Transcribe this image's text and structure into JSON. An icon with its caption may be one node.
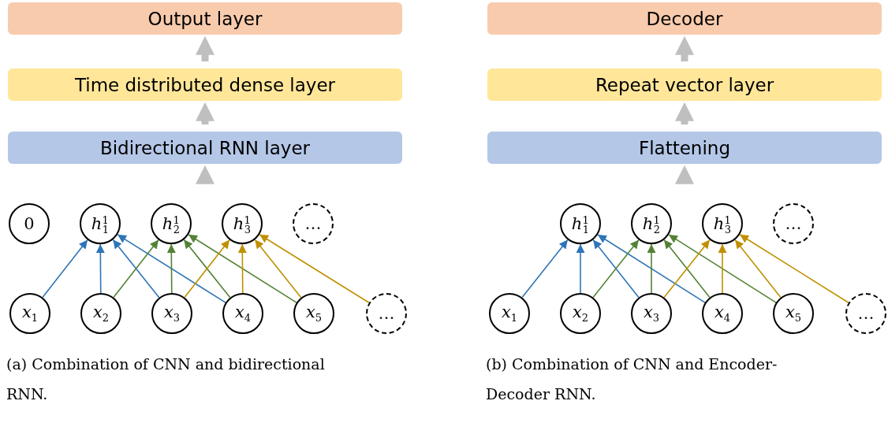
{
  "diagram": {
    "nodes": [
      {
        "text": [
          "Output layer"
        ]
      },
      {
        "text": [
          "Time distributed dense layer"
        ]
      },
      {
        "text": [
          "Bidirectional RNN layer"
        ]
      },
      {
        "text": [
          "0"
        ]
      },
      {
        "text": [
          "*h*$^{1}$$_{1}$"
        ]
      },
      {
        "text": [
          "*h*$^{1}$$_{2}$"
        ]
      },
      {
        "text": [
          "*h*$^{1}$$_{3}$"
        ]
      },
      {
        "text": [
          "…"
        ]
      },
      {
        "text": [
          "*x*$_{1}$"
        ]
      },
      {
        "text": [
          "*x*$_{2}$"
        ]
      },
      {
        "text": [
          "*x*$_{3}$"
        ]
      },
      {
        "text": [
          "*x*$_{4}$"
        ]
      },
      {
        "text": [
          "*x*$_{5}$"
        ]
      },
      {
        "text": [
          "…"
        ]
      },
      {
        "text": [
          "Decoder"
        ]
      },
      {
        "text": [
          "Repeat vector layer"
        ]
      },
      {
        "text": [
          "Flattening"
        ]
      },
      {
        "text": [
          "*h*$^{1}$$_{1}$"
        ]
      },
      {
        "text": [
          "*h*$^{1}$$_{2}$"
        ]
      },
      {
        "text": [
          "*h*$^{1}$$_{3}$"
        ]
      },
      {
        "text": [
          "…"
        ]
      },
      {
        "text": [
          "*x*$_{1}$"
        ]
      },
      {
        "text": [
          "*x*$_{2}$"
        ]
      },
      {
        "text": [
          "*x*$_{3}$"
        ]
      },
      {
        "text": [
          "*x*$_{4}$"
        ]
      },
      {
        "text": [
          "*x*$_{5}$"
        ]
      },
      {
        "text": [
          "…"
        ]
      }
    ],
    "edges": [
      {
        "from": 1,
        "to": 0,
        "arrow": "to",
        "style": "thick",
        "color": "#bfbfbf"
      },
      {
        "from": 2,
        "to": 1,
        "arrow": "to",
        "style": "thick",
        "color": "#bfbfbf"
      },
      {
        "from": null,
        "to": 2,
        "arrow": "to",
        "style": "thick",
        "color": "#bfbfbf"
      },
      {
        "from": 8,
        "to": 4,
        "arrow": "to",
        "color": "#2e75b6"
      },
      {
        "from": 9,
        "to": 4,
        "arrow": "to",
        "color": "#2e75b6"
      },
      {
        "from": 10,
        "to": 4,
        "arrow": "to",
        "color": "#2e75b6"
      },
      {
        "from": 11,
        "to": 4,
        "arrow": "to",
        "color": "#2e75b6"
      },
      {
        "from": 9,
        "to": 5,
        "arrow": "to",
        "color": "#548235"
      },
      {
        "from": 10,
        "to": 5,
        "arrow": "to",
        "color": "#548235"
      },
      {
        "from": 11,
        "to": 5,
        "arrow": "to",
        "color": "#548235"
      },
      {
        "from": 12,
        "to": 5,
        "arrow": "to",
        "color": "#548235"
      },
      {
        "from": 10,
        "to": 6,
        "arrow": "to",
        "color": "#bf9000"
      },
      {
        "from": 11,
        "to": 6,
        "arrow": "to",
        "color": "#bf9000"
      },
      {
        "from": 12,
        "to": 6,
        "arrow": "to",
        "color": "#bf9000"
      },
      {
        "from": 13,
        "to": 6,
        "arrow": "to",
        "color": "#bf9000"
      },
      {
        "from": 15,
        "to": 14,
        "arrow": "to",
        "style": "thick",
        "color": "#bfbfbf"
      },
      {
        "from": 16,
        "to": 15,
        "arrow": "to",
        "style": "thick",
        "color": "#bfbfbf"
      },
      {
        "from": null,
        "to": 16,
        "arrow": "to",
        "style": "thick",
        "color": "#bfbfbf"
      },
      {
        "from": 21,
        "to": 17,
        "arrow": "to",
        "color": "#2e75b6"
      },
      {
        "from": 22,
        "to": 17,
        "arrow": "to",
        "color": "#2e75b6"
      },
      {
        "from": 23,
        "to": 17,
        "arrow": "to",
        "color": "#2e75b6"
      },
      {
        "from": 24,
        "to": 17,
        "arrow": "to",
        "color": "#2e75b6"
      },
      {
        "from": 22,
        "to": 18,
        "arrow": "to",
        "color": "#548235"
      },
      {
        "from": 23,
        "to": 18,
        "arrow": "to",
        "color": "#548235"
      },
      {
        "from": 24,
        "to": 18,
        "arrow": "to",
        "color": "#548235"
      },
      {
        "from": 25,
        "to": 18,
        "arrow": "to",
        "color": "#548235"
      },
      {
        "from": 23,
        "to": 19,
        "arrow": "to",
        "color": "#bf9000"
      },
      {
        "from": 24,
        "to": 19,
        "arrow": "to",
        "color": "#bf9000"
      },
      {
        "from": 25,
        "to": 19,
        "arrow": "to",
        "color": "#bf9000"
      },
      {
        "from": 26,
        "to": 19,
        "arrow": "to",
        "color": "#bf9000"
      }
    ],
    "labels": [
      "(a) Combination of CNN and bidirectional RNN.",
      "(b) Combination of CNN and Encoder-Decoder RNN."
    ]
  }
}
